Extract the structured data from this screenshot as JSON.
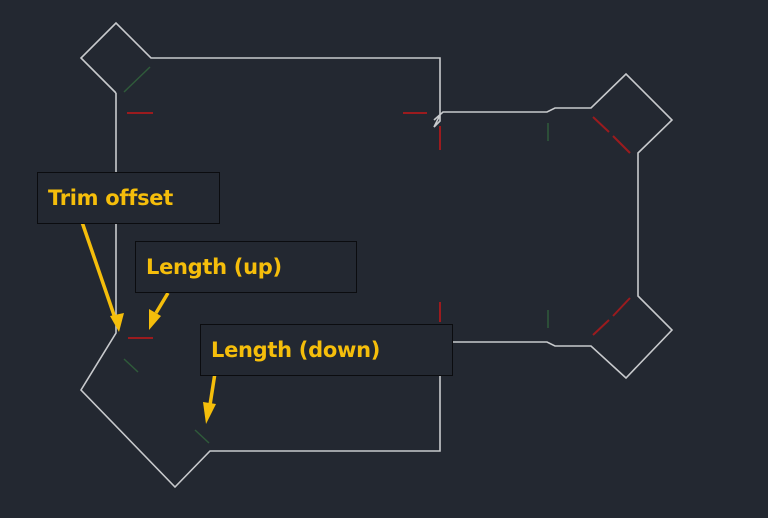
{
  "labels": {
    "trim_offset": "Trim offset",
    "length_up": "Length (up)",
    "length_down": "Length (down)"
  },
  "colors": {
    "background": "#232831",
    "outline": "#c8cacd",
    "trim_marks": "#9b1b1e",
    "guide_marks": "#2f5a3a",
    "label_text": "#f5be0b",
    "arrow": "#f5be0b",
    "label_border": "#0b0c0f"
  }
}
